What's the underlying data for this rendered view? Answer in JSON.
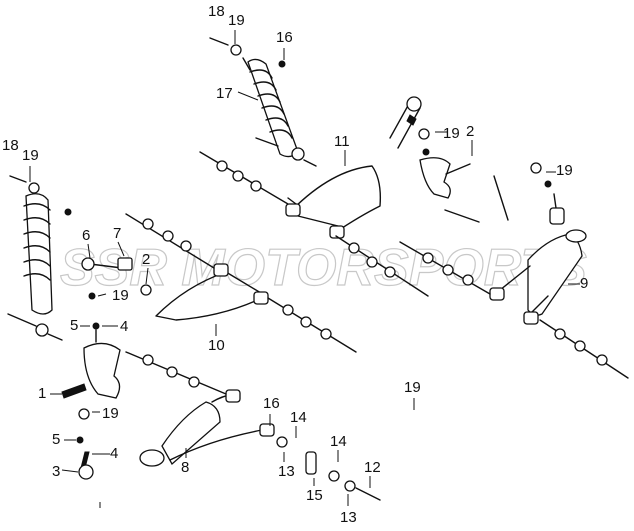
{
  "watermark": "SSR MOTORSPORTS",
  "callouts": {
    "c18a": "18",
    "c19a": "19",
    "c16a": "16",
    "c17": "17",
    "c11": "11",
    "c19b": "19",
    "c2a": "2",
    "c18b": "18",
    "c19c": "19",
    "c19d": "19",
    "c6": "6",
    "c7": "7",
    "c2b": "2",
    "c19e": "19",
    "c9": "9",
    "c5a": "5",
    "c4a": "4",
    "c10": "10",
    "c1": "1",
    "c19f": "19",
    "c19g": "19",
    "c16b": "16",
    "c14a": "14",
    "c14b": "14",
    "c12": "12",
    "c5b": "5",
    "c4b": "4",
    "c3": "3",
    "c13a": "13",
    "c8": "8",
    "c15": "15",
    "c13b": "13"
  }
}
